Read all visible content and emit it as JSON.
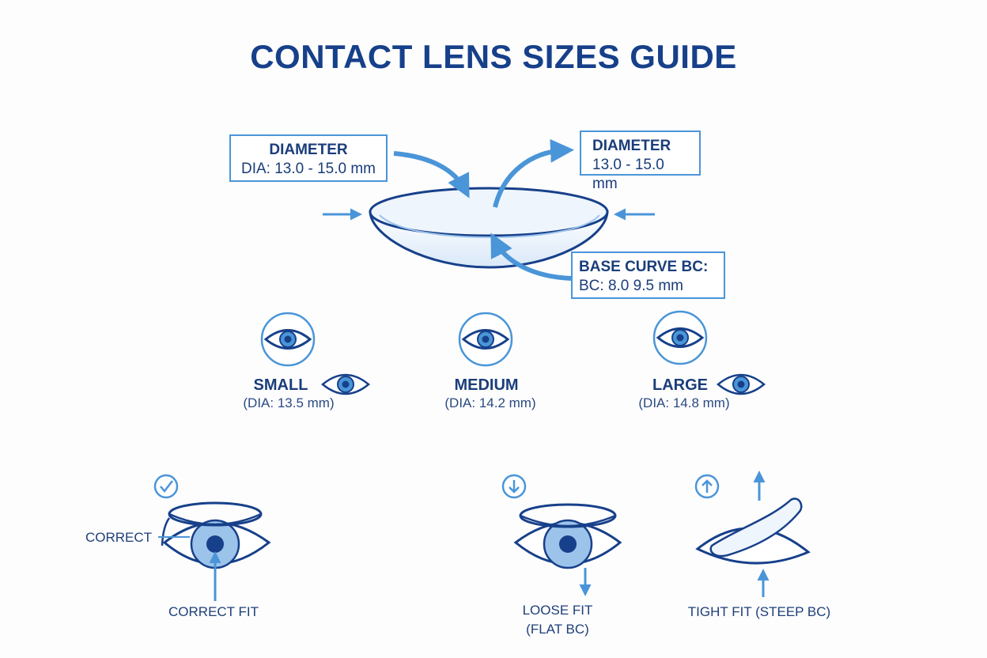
{
  "title": "CONTACT LENS SIZES GUIDE",
  "lens": {
    "left_label": {
      "title": "DIAMETER",
      "value": "DIA: 13.0 - 15.0 mm"
    },
    "right_label": {
      "title": "DIAMETER",
      "value": "13.0 - 15.0 mm"
    },
    "base_curve": {
      "title": "BASE CURVE BC:",
      "value": "BC: 8.0 9.5 mm"
    }
  },
  "sizes": [
    {
      "name": "SMALL",
      "dia": "(DIA: 13.5 mm)"
    },
    {
      "name": "MEDIUM",
      "dia": "(DIA: 14.2 mm)"
    },
    {
      "name": "LARGE",
      "dia": "(DIA: 14.8 mm)"
    }
  ],
  "fits": {
    "correct_side_label": "CORRECT",
    "correct": "CORRECT FIT",
    "loose_line1": "LOOSE FIT",
    "loose_line2": "(FLAT BC)",
    "tight": "TIGHT FIT (STEEP BC)"
  },
  "icons": {
    "check": "check-circle-icon",
    "down": "arrow-down-circle-icon",
    "up": "arrow-up-circle-icon",
    "eye": "eye-icon"
  },
  "colors": {
    "navy": "#17408a",
    "blue": "#4a95d8",
    "light_blue": "#cfe2f7"
  }
}
